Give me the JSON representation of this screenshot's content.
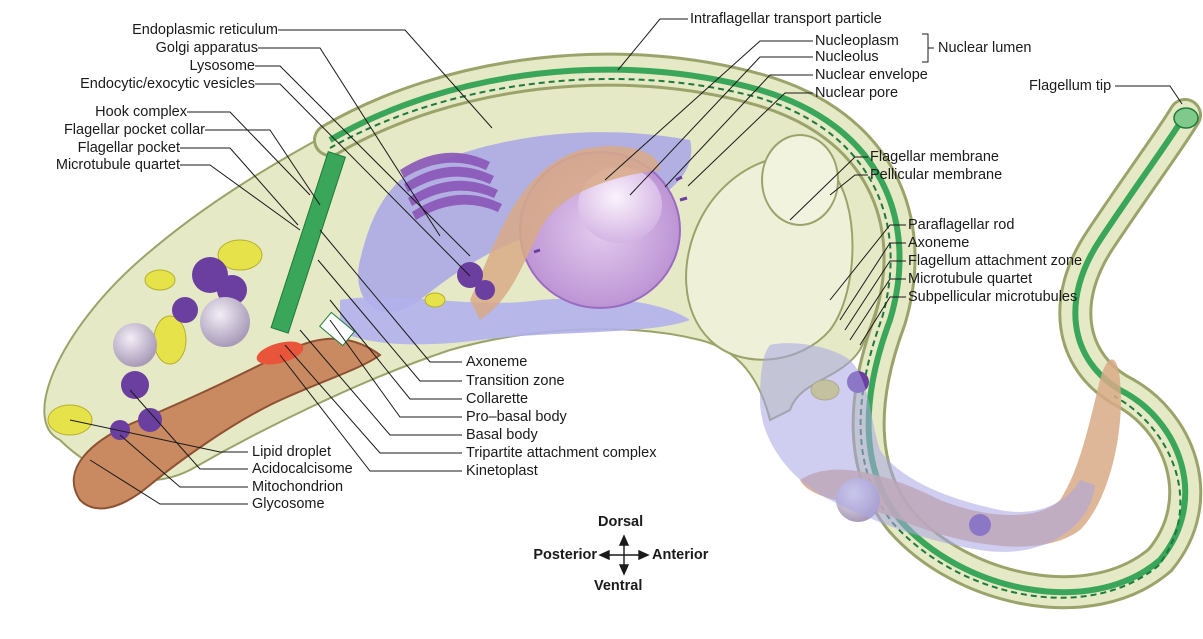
{
  "labels_left": {
    "endoplasmic_reticulum": "Endoplasmic reticulum",
    "golgi_apparatus": "Golgi apparatus",
    "lysosome": "Lysosome",
    "endocytic_vesicles": "Endocytic/exocytic vesicles",
    "hook_complex": "Hook complex",
    "flagellar_pocket_collar": "Flagellar pocket collar",
    "flagellar_pocket": "Flagellar pocket",
    "microtubule_quartet": "Microtubule quartet"
  },
  "labels_top": {
    "ift_particle": "Intraflagellar transport particle",
    "nucleoplasm": "Nucleoplasm",
    "nucleolus": "Nucleolus",
    "nuclear_lumen": "Nuclear lumen",
    "nuclear_envelope": "Nuclear envelope",
    "nuclear_pore": "Nuclear pore",
    "flagellum_tip": "Flagellum tip"
  },
  "labels_right": {
    "flagellar_membrane": "Flagellar membrane",
    "pellicular_membrane": "Pellicular membrane",
    "paraflagellar_rod": "Paraflagellar rod",
    "axoneme": "Axoneme",
    "flagellum_attachment_zone": "Flagellum attachment zone",
    "microtubule_quartet": "Microtubule quartet",
    "subpellicular_microtubules": "Subpellicular microtubules"
  },
  "labels_center": {
    "axoneme": "Axoneme",
    "transition_zone": "Transition zone",
    "collarette": "Collarette",
    "pro_basal_body": "Pro–basal body",
    "basal_body": "Basal body",
    "tripartite_attachment_complex": "Tripartite attachment complex",
    "kinetoplast": "Kinetoplast"
  },
  "labels_bottom_left": {
    "lipid_droplet": "Lipid droplet",
    "acidocalcisome": "Acidocalcisome",
    "mitochondrion": "Mitochondrion",
    "glycosome": "Glycosome"
  },
  "compass": {
    "dorsal": "Dorsal",
    "ventral": "Ventral",
    "posterior": "Posterior",
    "anterior": "Anterior"
  },
  "colors": {
    "cytoplasm": "#e6e9c6",
    "membrane": "#9aa46a",
    "flagellum_green": "#3aa65a",
    "dark_green": "#1d7a3a",
    "er_blue": "#a8a6e6",
    "nucleus": "#c9a6dc",
    "mitochondrion": "#c98a62",
    "glycosome": "#e6e24a",
    "acidocalcisome": "#6b3fa0",
    "lipid": "#c9bfd6",
    "kinetoplast": "#e8553a"
  }
}
